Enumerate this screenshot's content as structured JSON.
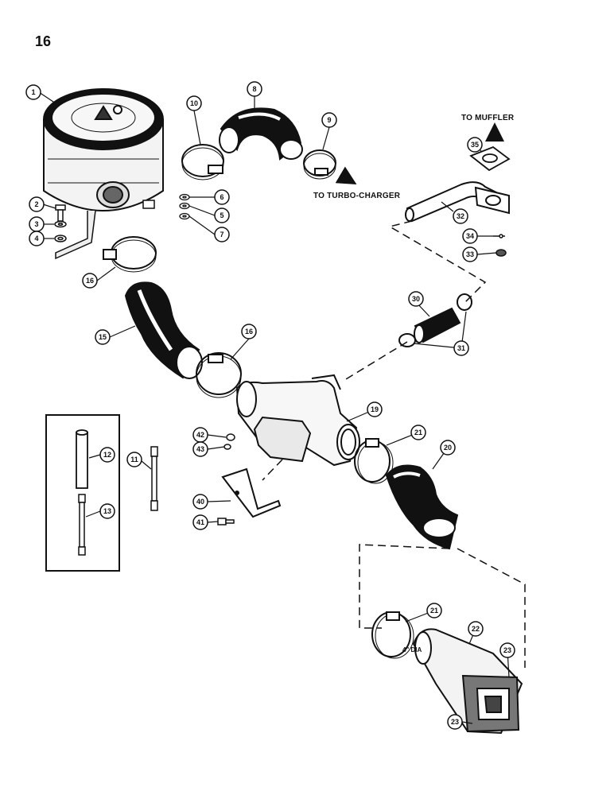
{
  "page_number": "16",
  "notes": {
    "to_muffler": "TO MUFFLER",
    "to_turbo": "TO TURBO-CHARGER",
    "dia": "4\" DIA"
  },
  "callouts": [
    {
      "id": "c1",
      "label": "1"
    },
    {
      "id": "c2",
      "label": "2"
    },
    {
      "id": "c3",
      "label": "3"
    },
    {
      "id": "c4",
      "label": "4"
    },
    {
      "id": "c5",
      "label": "5"
    },
    {
      "id": "c6",
      "label": "6"
    },
    {
      "id": "c7",
      "label": "7"
    },
    {
      "id": "c8",
      "label": "8"
    },
    {
      "id": "c9",
      "label": "9"
    },
    {
      "id": "c10",
      "label": "10"
    },
    {
      "id": "c11",
      "label": "11"
    },
    {
      "id": "c12",
      "label": "12"
    },
    {
      "id": "c13",
      "label": "13"
    },
    {
      "id": "c15",
      "label": "15"
    },
    {
      "id": "c16a",
      "label": "16"
    },
    {
      "id": "c16b",
      "label": "16"
    },
    {
      "id": "c19",
      "label": "19"
    },
    {
      "id": "c20",
      "label": "20"
    },
    {
      "id": "c21a",
      "label": "21"
    },
    {
      "id": "c21b",
      "label": "21"
    },
    {
      "id": "c22",
      "label": "22"
    },
    {
      "id": "c23a",
      "label": "23"
    },
    {
      "id": "c23b",
      "label": "23"
    },
    {
      "id": "c30",
      "label": "30"
    },
    {
      "id": "c31",
      "label": "31"
    },
    {
      "id": "c32",
      "label": "32"
    },
    {
      "id": "c33",
      "label": "33"
    },
    {
      "id": "c34",
      "label": "34"
    },
    {
      "id": "c35",
      "label": "35"
    },
    {
      "id": "c40",
      "label": "40"
    },
    {
      "id": "c41",
      "label": "41"
    },
    {
      "id": "c42",
      "label": "42"
    },
    {
      "id": "c43",
      "label": "43"
    }
  ]
}
